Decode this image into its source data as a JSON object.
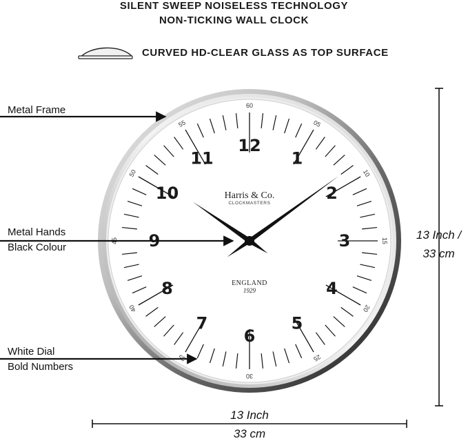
{
  "header": {
    "line1": "SILENT SWEEP NOISELESS TECHNOLOGY",
    "line2": "NON-TICKING WALL CLOCK",
    "glass_note": "CURVED HD-CLEAR GLASS AS TOP SURFACE"
  },
  "callouts": {
    "frame": "Metal Frame",
    "hands_1": "Metal Hands",
    "hands_2": "Black Colour",
    "dial_1": "White Dial",
    "dial_2": "Bold Numbers"
  },
  "dimensions": {
    "height_1": "13 Inch /",
    "height_2": "33 cm",
    "width_1": "13 Inch",
    "width_2": "33 cm"
  },
  "clock": {
    "brand": "Harris & Co.",
    "subbrand": "CLOCKMASTERS",
    "origin": "ENGLAND",
    "year": "1929",
    "hour_numerals": [
      "12",
      "1",
      "2",
      "3",
      "4",
      "5",
      "6",
      "7",
      "8",
      "9",
      "10",
      "11"
    ],
    "minute_labels": [
      "60",
      "05",
      "10",
      "15",
      "20",
      "25",
      "30",
      "35",
      "40",
      "45",
      "50",
      "55"
    ],
    "time": {
      "hour": 10,
      "minute": 9
    },
    "frame_color": "#3a3a3a",
    "dial_color": "#ffffff",
    "hand_color": "#111111"
  }
}
